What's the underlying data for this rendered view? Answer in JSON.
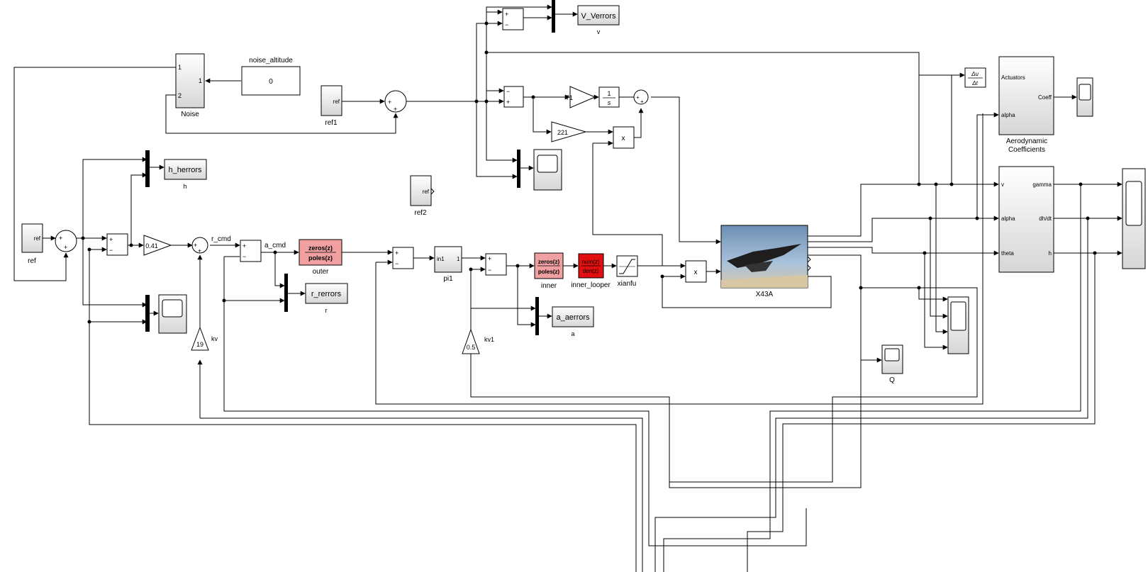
{
  "colors": {
    "line": "#000000",
    "tf_block_fill": "#f0a0a0",
    "tf_block_red": "#e10f0f",
    "block_gradient_top": "#ffffff",
    "block_gradient_bottom": "#d9d9d9",
    "sky": "#8fb0cf"
  },
  "labels": {
    "ref": "ref",
    "ref_in": "ref",
    "ref1": "ref1",
    "ref1_in": "ref",
    "ref2": "ref2",
    "ref2_in": "ref",
    "noise": "Noise",
    "noise_port1": "1",
    "noise_port2": "2",
    "noise_out": "1",
    "noise_altitude": "noise_altitude",
    "noise_altitude_value": "0",
    "gain_041": "0.41",
    "gain_71": "71",
    "gain_221": "221",
    "gain_kv_value": "19",
    "gain_kv": "kv",
    "gain_kv1_value": "0.5",
    "gain_kv1": "kv1",
    "r_cmd": "r_cmd",
    "a_cmd": "a_cmd",
    "tf_num": "zeros(z)",
    "tf_den": "poles(z)",
    "outer": "outer",
    "inner": "inner",
    "inner_looper": "inner_looper",
    "looper_num": "num(z)",
    "looper_den": "den(z)",
    "xianfu": "xianfu",
    "pi1": "pi1",
    "pi1_in": "in1",
    "pi1_out": "1",
    "x43a": "X43A",
    "v_verrors": "V_Verrors",
    "v": "v",
    "h_herrors": "h_herrors",
    "h": "h",
    "r_rerrors": "r_rerrors",
    "r": "r",
    "a_aerrors": "a_aerrors",
    "a": "a",
    "q": "Q",
    "aero_title_1": "Aerodynamic",
    "aero_title_2": "Coefficients",
    "aero_in_actuators": "Actuators",
    "aero_in_alpha": "alpha",
    "aero_out_coeff": "Coeff",
    "deriv_num": "Δu",
    "deriv_den": "Δt",
    "integ_num": "1",
    "integ_den": "s",
    "product": "x",
    "calc_in_v": "v",
    "calc_in_alpha": "alpha",
    "calc_in_theta": "theta",
    "calc_out_gamma": "gamma",
    "calc_out_dhdt": "dh/dt",
    "calc_out_h": "h",
    "plus": "+",
    "minus": "−"
  }
}
